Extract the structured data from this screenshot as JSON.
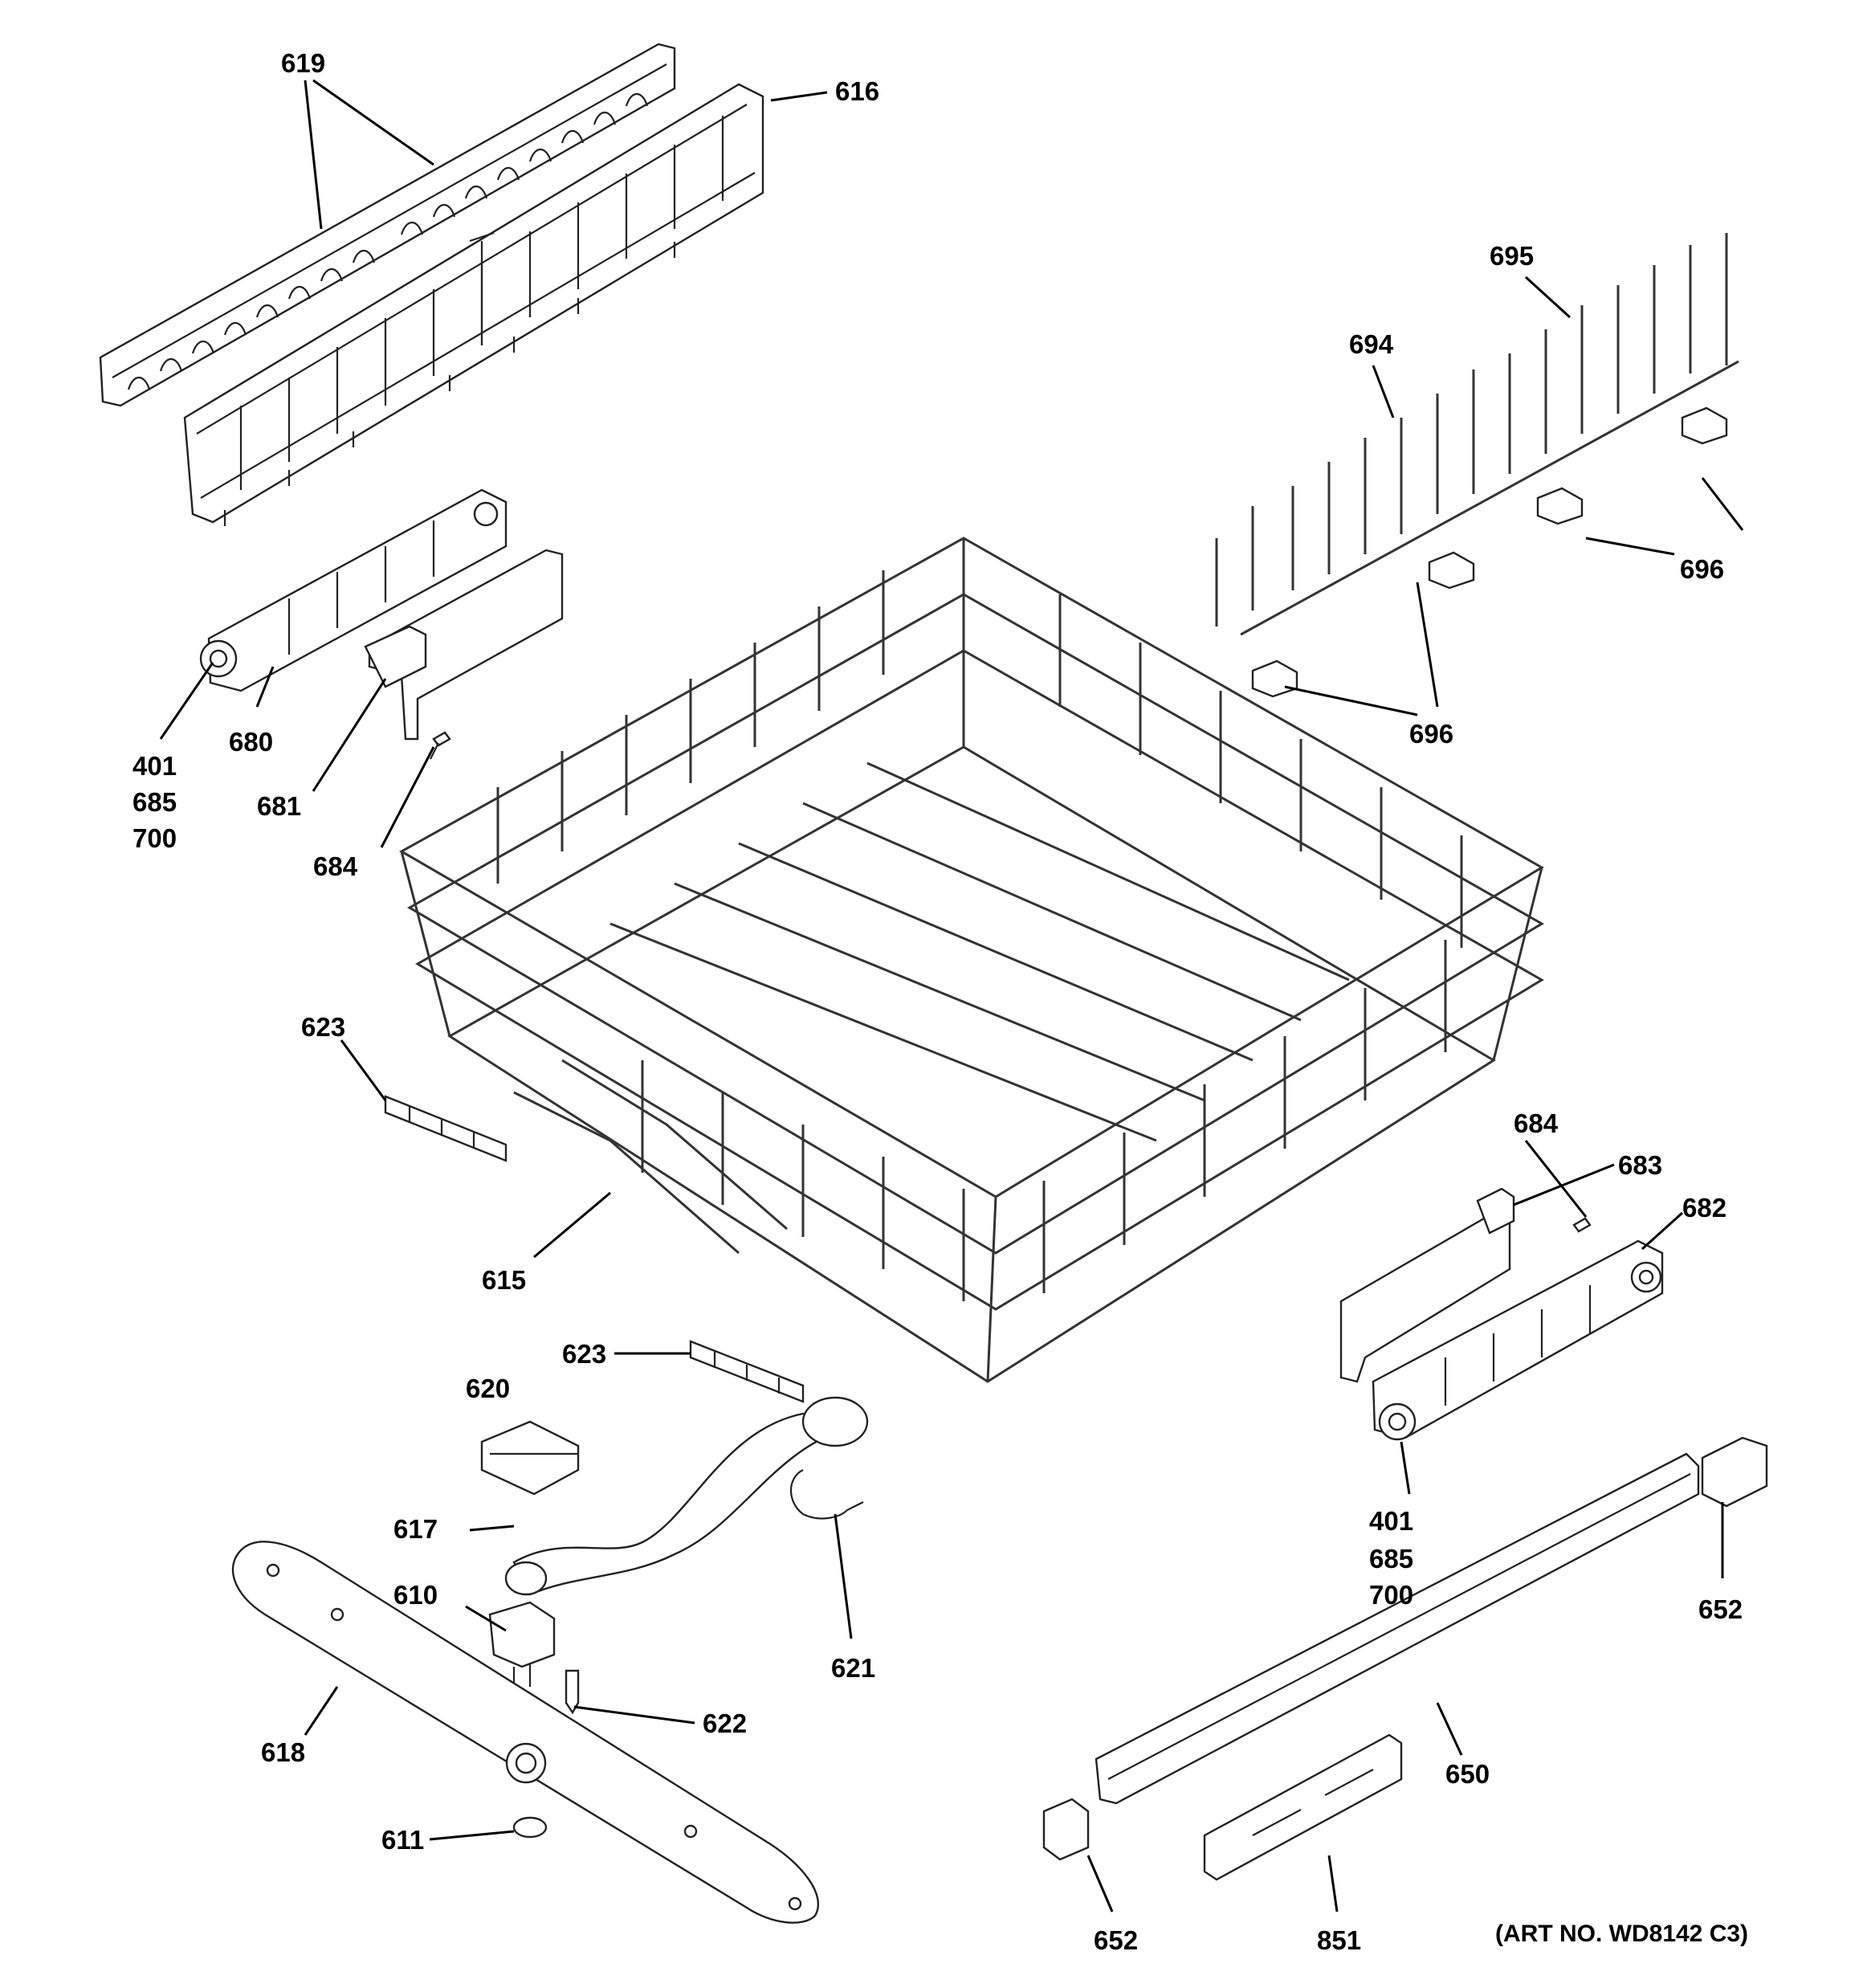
{
  "art_number": "(ART NO. WD8142 C3)",
  "callouts": {
    "c619": "619",
    "c616": "616",
    "c695": "695",
    "c694": "694",
    "c696a": "696",
    "c696b": "696",
    "c401a": "401",
    "c685a": "685",
    "c700a": "700",
    "c680": "680",
    "c681": "681",
    "c684a": "684",
    "c623a": "623",
    "c615": "615",
    "c684b": "684",
    "c683": "683",
    "c682": "682",
    "c623b": "623",
    "c620": "620",
    "c617": "617",
    "c610": "610",
    "c621": "621",
    "c622": "622",
    "c618": "618",
    "c611": "611",
    "c401b": "401",
    "c685b": "685",
    "c700b": "700",
    "c652a": "652",
    "c650": "650",
    "c652b": "652",
    "c851": "851"
  }
}
